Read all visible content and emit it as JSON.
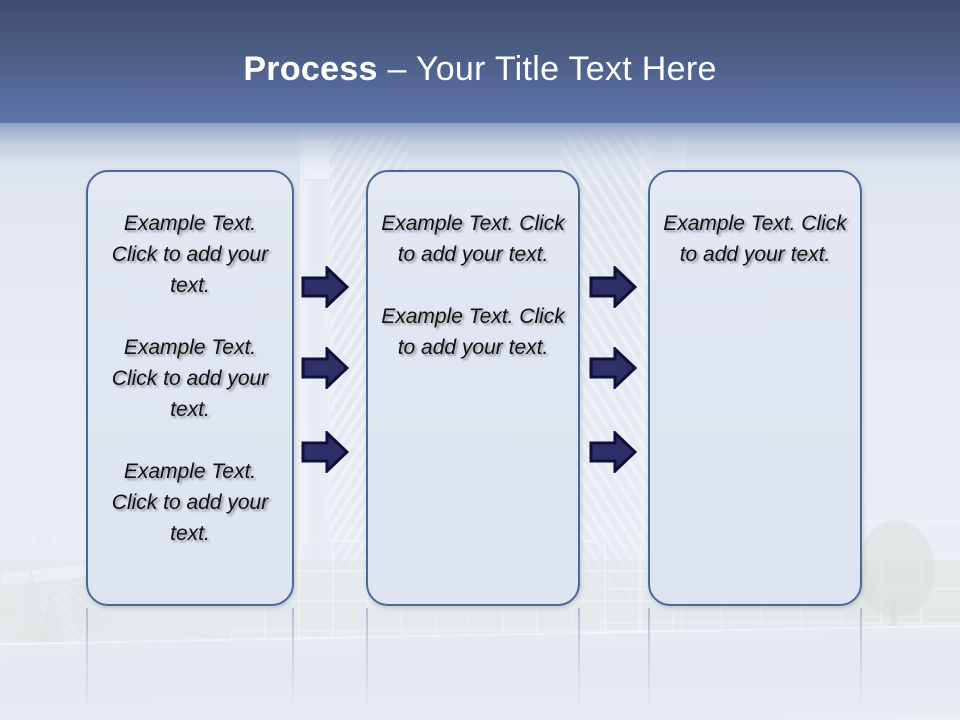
{
  "slide": {
    "title": {
      "bold_part": "Process",
      "rest_part": " – Your Title Text Here"
    },
    "theme": {
      "header_top_color": "#3f4d6f",
      "header_bottom_color": "#5d74a8",
      "box_border_color": "#4a6898",
      "box_fill_color": "#e2e7f1",
      "arrow_fill_color": "#2e2f68",
      "arrow_outline_color": "#101038",
      "title_color": "#ffffff",
      "body_text_color": "#101010"
    },
    "boxes": [
      {
        "name": "stage-1",
        "blocks": [
          "Example Text. Click  to add your text.",
          "Example Text. Click  to add your text.",
          "Example Text. Click  to add your text."
        ]
      },
      {
        "name": "stage-2",
        "blocks": [
          "Example Text. Click  to add your text.",
          "Example Text. Click  to add your text."
        ]
      },
      {
        "name": "stage-3",
        "blocks": [
          "Example Text. Click  to add your text."
        ]
      }
    ],
    "arrow_groups": [
      {
        "name": "arrows-stage1-to-stage2",
        "count": 3
      },
      {
        "name": "arrows-stage2-to-stage3",
        "count": 3
      }
    ],
    "icons": {
      "arrow": "right-arrow-icon"
    }
  }
}
